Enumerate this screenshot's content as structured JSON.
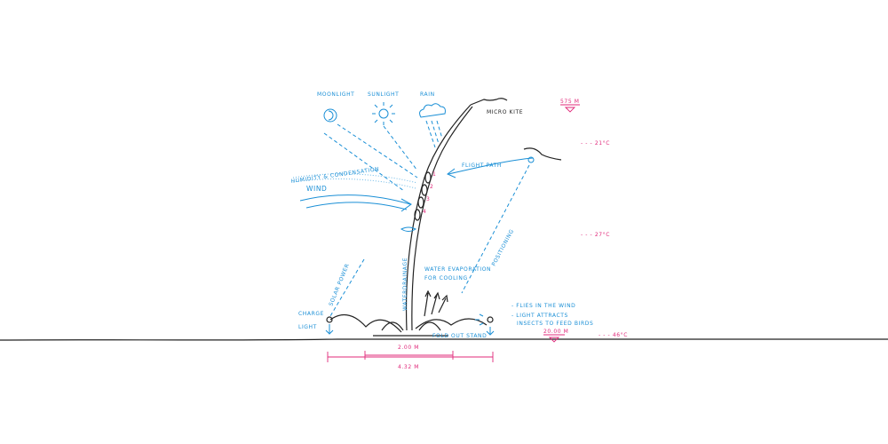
{
  "sky": {
    "moonlight": "MOONLIGHT",
    "sunlight": "SUNLIGHT",
    "rain": "RAIN"
  },
  "kite": {
    "micro_kite": "MICRO KITE",
    "flight_path": "FLIGHT PATH",
    "positioning": "POSITIONING"
  },
  "flows": {
    "humidity": "HUMIDITY & CONDENSATION",
    "wind": "WIND",
    "waterdrainage": "WATERDRAINAGE",
    "solar_power": "SOLAR POWER",
    "evaporation_1": "WATER EVAPORATION",
    "evaporation_2": "FOR COOLING"
  },
  "base": {
    "charge": "CHARGE",
    "light": "LIGHT",
    "flies_in_wind": "- FLIES IN THE WIND",
    "light_attracts_1": "- LIGHT ATTRACTS",
    "light_attracts_2": "INSECTS TO FEED BIRDS",
    "fold_out_stand": "FOLD OUT STAND"
  },
  "levels": {
    "height_top": "575 M",
    "temp_top": "- - - 21°C",
    "temp_mid": "- - - 27°C",
    "ground_height": "20.00 M",
    "temp_ground": "- - - 46°C"
  },
  "dimensions": {
    "inner": "2.00 M",
    "outer": "4.32 M"
  },
  "stages": [
    "1",
    "2",
    "3",
    "4"
  ],
  "colors": {
    "annotation_blue": "#1a8fd6",
    "measure_magenta": "#e0287a",
    "ink": "#222222"
  }
}
